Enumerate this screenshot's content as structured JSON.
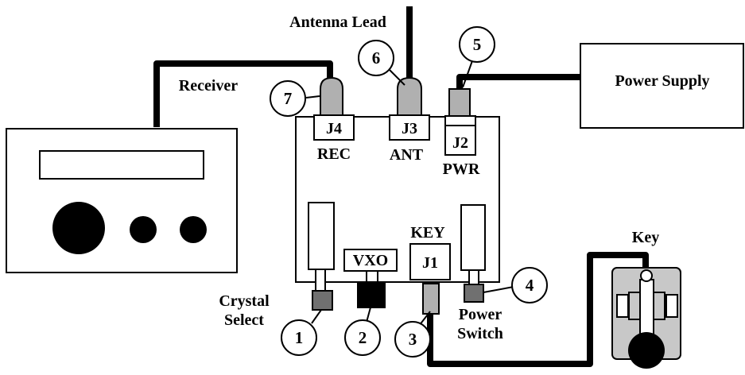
{
  "labels": {
    "antenna_lead": "Antenna Lead",
    "receiver": "Receiver",
    "power_supply": "Power Supply",
    "key": "Key",
    "crystal_select_line1": "Crystal",
    "crystal_select_line2": "Select",
    "power_switch_line1": "Power",
    "power_switch_line2": "Switch"
  },
  "connectors": {
    "j4": "J4",
    "j3": "J3",
    "j2": "J2",
    "j1": "J1",
    "rec": "REC",
    "ant": "ANT",
    "pwr": "PWR",
    "key_label": "KEY",
    "vxo": "VXO"
  },
  "callouts": [
    "1",
    "2",
    "3",
    "4",
    "5",
    "6",
    "7"
  ],
  "colors": {
    "line": "#000000",
    "plug_gray": "#b0b0b0",
    "control_gray": "#707070",
    "control_black": "#000000"
  }
}
